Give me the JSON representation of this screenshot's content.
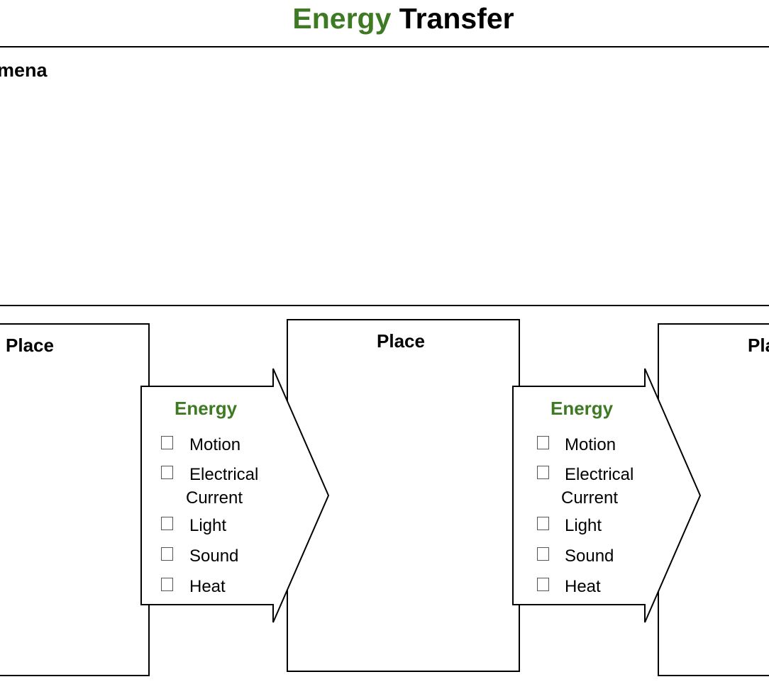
{
  "title": {
    "part1": "Energy",
    "part2": "Transfer"
  },
  "section_label": "mena",
  "place_labels": [
    "Place",
    "Place",
    "Pla"
  ],
  "energy_panels": [
    {
      "title": "Energy",
      "options": [
        "Motion",
        "Electrical",
        "Current",
        "Light",
        "Sound",
        "Heat"
      ]
    },
    {
      "title": "Energy",
      "options": [
        "Motion",
        "Electrical",
        "Current",
        "Light",
        "Sound",
        "Heat"
      ]
    }
  ]
}
